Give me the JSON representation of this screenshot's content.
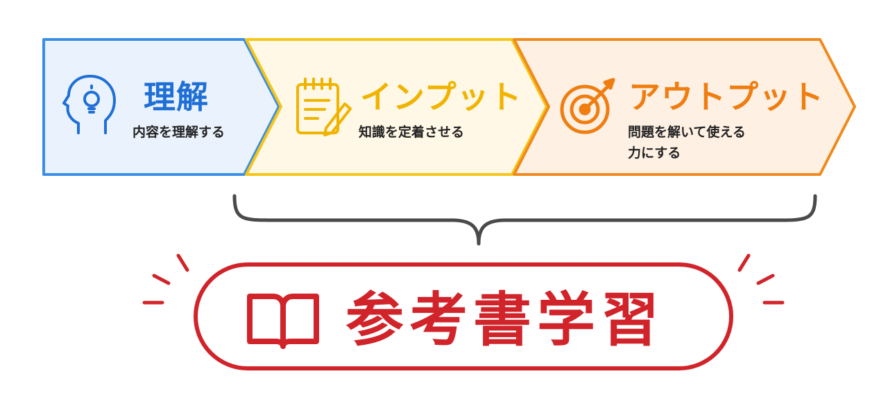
{
  "steps": [
    {
      "title": "理解",
      "description": "内容を理解する",
      "icon": "head-lightbulb-icon",
      "color": "#1f6fd6",
      "fill": "#eaf3fd",
      "stroke": "#3b8ee6"
    },
    {
      "title": "インプット",
      "description": "知識を定着させる",
      "icon": "notepad-pencil-icon",
      "color": "#f0b400",
      "fill": "#fff8e6",
      "stroke": "#f5c518"
    },
    {
      "title": "アウトプット",
      "description_lines": [
        "問題を解いて使える",
        "力にする"
      ],
      "icon": "target-arrow-icon",
      "color": "#ef7d0f",
      "fill": "#fff0e4",
      "stroke": "#f08a1c"
    }
  ],
  "result": {
    "label": "参考書学習",
    "icon": "open-book-icon",
    "color": "#d1232a"
  },
  "connector": {
    "type": "curly-brace",
    "color": "#4a4a4a"
  }
}
